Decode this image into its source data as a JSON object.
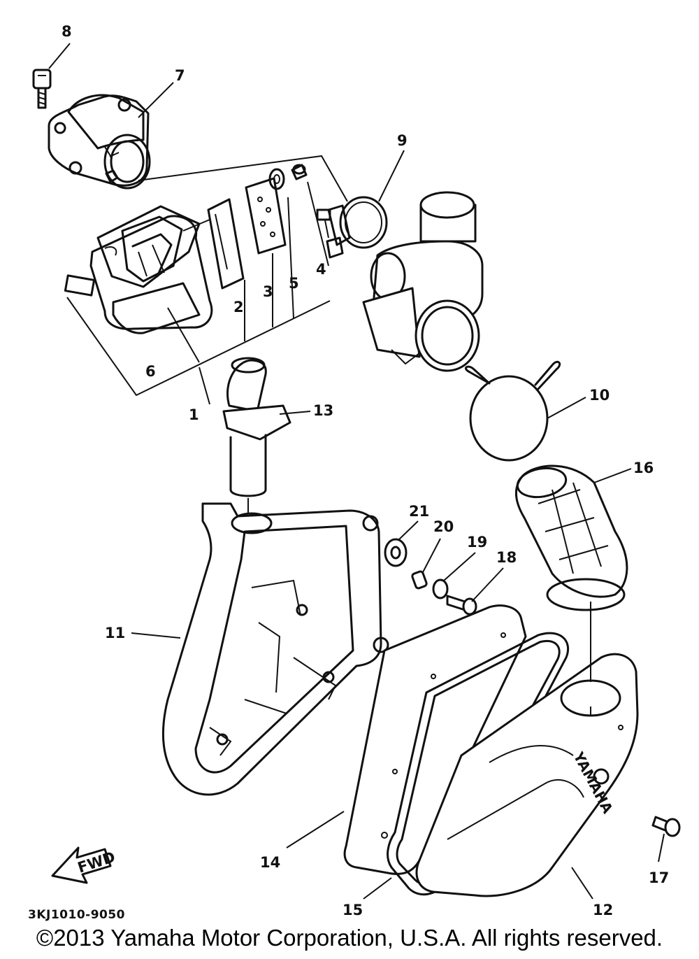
{
  "diagram": {
    "callouts": [
      {
        "id": "1",
        "label": "1"
      },
      {
        "id": "2",
        "label": "2"
      },
      {
        "id": "3",
        "label": "3"
      },
      {
        "id": "4",
        "label": "4"
      },
      {
        "id": "5",
        "label": "5"
      },
      {
        "id": "6",
        "label": "6"
      },
      {
        "id": "7",
        "label": "7"
      },
      {
        "id": "8",
        "label": "8"
      },
      {
        "id": "9",
        "label": "9"
      },
      {
        "id": "10",
        "label": "10"
      },
      {
        "id": "11",
        "label": "11"
      },
      {
        "id": "12",
        "label": "12"
      },
      {
        "id": "13",
        "label": "13"
      },
      {
        "id": "14",
        "label": "14"
      },
      {
        "id": "15",
        "label": "15"
      },
      {
        "id": "16",
        "label": "16"
      },
      {
        "id": "17",
        "label": "17"
      },
      {
        "id": "18",
        "label": "18"
      },
      {
        "id": "19",
        "label": "19"
      },
      {
        "id": "20",
        "label": "20"
      },
      {
        "id": "21",
        "label": "21"
      }
    ],
    "fwd_label": "FWD",
    "brand_mark": "YAMAHA"
  },
  "footer": {
    "diagram_code": "3KJ1010-9050",
    "copyright": "©2013 Yamaha Motor Corporation, U.S.A. All rights reserved."
  }
}
